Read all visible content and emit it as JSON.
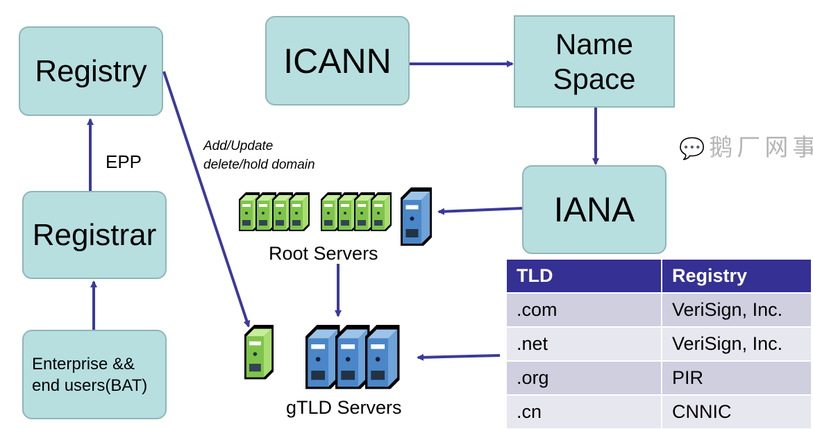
{
  "boxes": {
    "registry": "Registry",
    "registrar": "Registrar",
    "enterprise": "Enterprise && end users(BAT)",
    "icann": "ICANN",
    "namespace": "Name Space",
    "iana": "IANA"
  },
  "labels": {
    "epp": "EPP",
    "add_update": "Add/Update",
    "delete_hold": "delete/hold domain",
    "root_servers": "Root Servers",
    "gtld_servers": "gTLD Servers"
  },
  "table": {
    "headers": [
      "TLD",
      "Registry"
    ],
    "rows": [
      [
        ".com",
        "VeriSign, Inc."
      ],
      [
        ".net",
        "VeriSign, Inc."
      ],
      [
        ".org",
        "PIR"
      ],
      [
        ".cn",
        "CNNIC"
      ]
    ]
  },
  "watermark": "鹅厂网事",
  "colors": {
    "box": "#b7dfe0",
    "arrow": "#3b3a9a",
    "table_header": "#353094",
    "green_server": "#8fd45a",
    "blue_server": "#4a86c8"
  }
}
